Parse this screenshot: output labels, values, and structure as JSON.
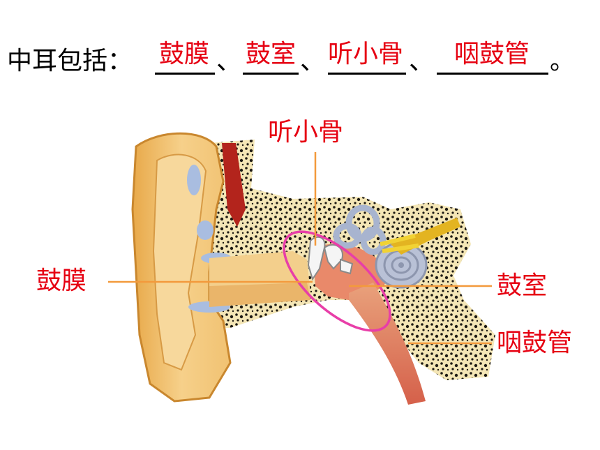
{
  "sentence": {
    "prefix": "中耳包括：",
    "answers": [
      "鼓膜",
      "鼓室",
      "听小骨",
      "咽鼓管"
    ],
    "separator": "、",
    "end": "。"
  },
  "labels": {
    "ossicles": "听小骨",
    "eardrum": "鼓膜",
    "tympanic_cavity": "鼓室",
    "eustachian_tube": "咽鼓管"
  },
  "colors": {
    "answer_text": "#e60012",
    "leader_line": "#f39a3c",
    "highlight_ellipse": "#e83ea8"
  }
}
